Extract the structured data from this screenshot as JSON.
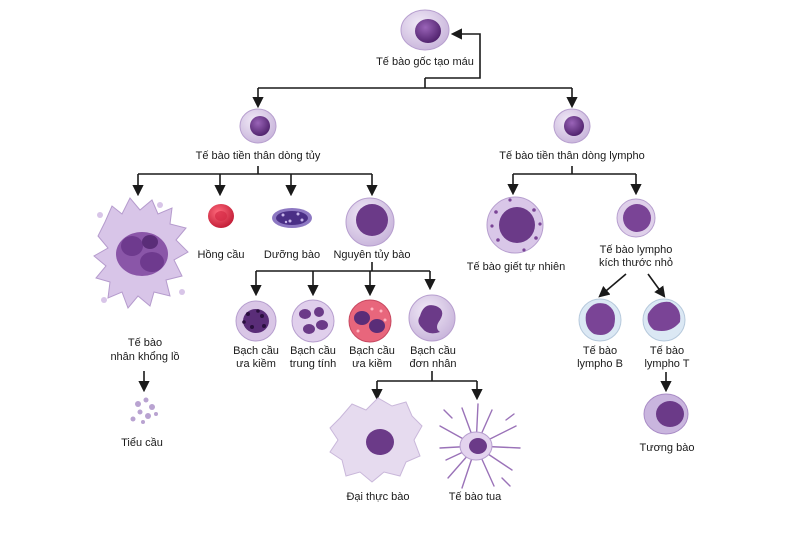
{
  "title": "",
  "colors": {
    "membrane": "#d9cbe6",
    "membrane_light": "#ece4f3",
    "nucleus": "#5a2d78",
    "nucleus_mid": "#7a4496",
    "red_cell": "#e2304a",
    "line": "#1a1a1a"
  },
  "nodes": {
    "stem": "Tế bào gốc tạo máu",
    "myeloid_progenitor": "Tế bào tiền thân dòng tủy",
    "lymphoid_progenitor": "Tế bào tiền thân dòng lympho",
    "megakaryocyte": [
      "Tế bào",
      "nhân khổng lồ"
    ],
    "platelets": "Tiểu cầu",
    "red_blood_cell": "Hồng cầu",
    "mast_cell": "Dưỡng bào",
    "myeloblast": "Nguyên tủy bào",
    "basophil": [
      "Bạch cầu",
      "ưa kiềm"
    ],
    "neutrophil": [
      "Bạch cầu",
      "trung tính"
    ],
    "eosinophil": [
      "Bạch cầu",
      "ưa kiềm"
    ],
    "monocyte": [
      "Bạch cầu",
      "đơn nhân"
    ],
    "macrophage": "Đại thực bào",
    "dendritic_cell": "Tế bào tua",
    "nk_cell": "Tế bào giết tự nhiên",
    "small_lymphocyte": [
      "Tế bào lympho",
      "kích thước nhỏ"
    ],
    "b_lymphocyte": [
      "Tế bào",
      "lympho B"
    ],
    "t_lymphocyte": [
      "Tế bào",
      "lympho T"
    ],
    "plasma_cell": "Tương bào"
  },
  "icons": [
    "stem-cell-icon",
    "megakaryocyte-icon",
    "platelets-icon",
    "red-blood-cell-icon",
    "mast-cell-icon",
    "macrophage-icon",
    "dendritic-cell-icon",
    "nk-cell-icon"
  ]
}
